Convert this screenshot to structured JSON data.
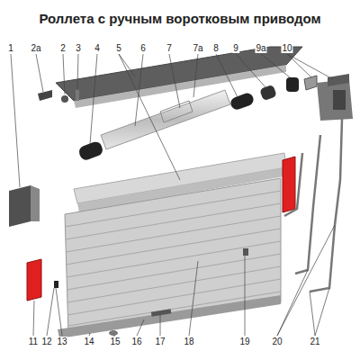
{
  "diagram": {
    "title": "Роллета с ручным воротковым приводом",
    "labels": [
      "1",
      "2а",
      "2",
      "3",
      "4",
      "5",
      "6",
      "7",
      "7а",
      "8",
      "9",
      "9а",
      "10",
      "11",
      "12",
      "13",
      "14",
      "15",
      "16",
      "17",
      "18",
      "19",
      "20",
      "21"
    ]
  }
}
